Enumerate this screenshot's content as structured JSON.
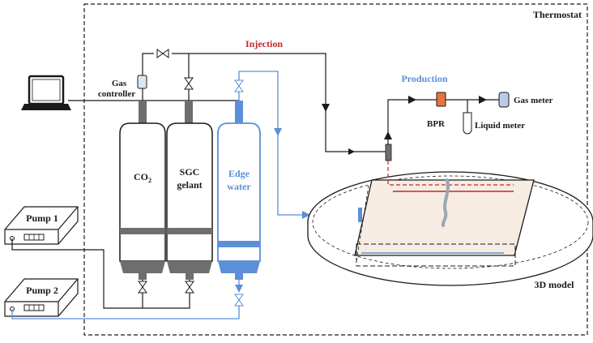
{
  "labels": {
    "thermostat": "Thermostat",
    "injection": "Injection",
    "production": "Production",
    "gas_controller_line1": "Gas",
    "gas_controller_line2": "controller",
    "co2_main": "CO",
    "co2_sub": "2",
    "sgc_line1": "SGC",
    "sgc_line2": "gelant",
    "edge_line1": "Edge",
    "edge_line2": "water",
    "bpr": "BPR",
    "gas_meter": "Gas meter",
    "liquid_meter": "Liquid meter",
    "pump1": "Pump 1",
    "pump2": "Pump 2",
    "model_3d": "3D model"
  },
  "colors": {
    "line": "#1a1a1a",
    "blue": "#5b8fd6",
    "injection_red": "#c0282c",
    "bpr_orange": "#e8743b",
    "cylinder_gray": "#6e6e6e",
    "model_fill": "#f6ece2",
    "gas_meter_fill": "#b8cce4"
  }
}
